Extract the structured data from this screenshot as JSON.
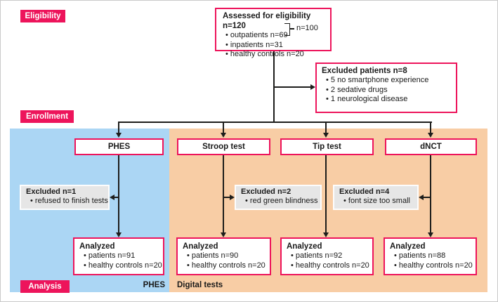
{
  "stages": {
    "eligibility": "Eligibility",
    "enrollment": "Enrollment",
    "analysis": "Analysis"
  },
  "assessed": {
    "title": "Assessed for eligibility n=120",
    "bullets": [
      "outpatients n=69",
      "inpatients n=31",
      "healthy controls n=20"
    ],
    "bracket_label": "n=100"
  },
  "excluded_patients": {
    "title": "Excluded patients n=8",
    "bullets": [
      "5 no smartphone experience",
      "2 sedative drugs",
      "1 neurological disease"
    ]
  },
  "tests": [
    {
      "name": "PHES",
      "excluded": {
        "title": "Excluded n=1",
        "bullets": [
          "refused to finish tests"
        ]
      },
      "analyzed": {
        "title": "Analyzed",
        "bullets": [
          "patients n=91",
          "healthy controls n=20"
        ]
      }
    },
    {
      "name": "Stroop test",
      "excluded": {
        "title": "Excluded n=2",
        "bullets": [
          "red green blindness"
        ]
      },
      "analyzed": {
        "title": "Analyzed",
        "bullets": [
          "patients n=90",
          "healthy controls n=20"
        ]
      }
    },
    {
      "name": "Tip test",
      "analyzed": {
        "title": "Analyzed",
        "bullets": [
          "patients n=92",
          "healthy controls n=20"
        ]
      }
    },
    {
      "name": "dNCT",
      "excluded": {
        "title": "Excluded n=4",
        "bullets": [
          "font size too small"
        ]
      },
      "analyzed": {
        "title": "Analyzed",
        "bullets": [
          "patients n=88",
          "healthy controls n=20"
        ]
      }
    }
  ],
  "footer": {
    "phes_label": "PHES",
    "digital_label": "Digital tests"
  },
  "colors": {
    "accent_pink": "#ed145b",
    "region_blue": "#abd6f4",
    "region_orange": "#f8cda5",
    "excluded_gray": "#e6e6e6",
    "line_black": "#1d1d1b"
  }
}
